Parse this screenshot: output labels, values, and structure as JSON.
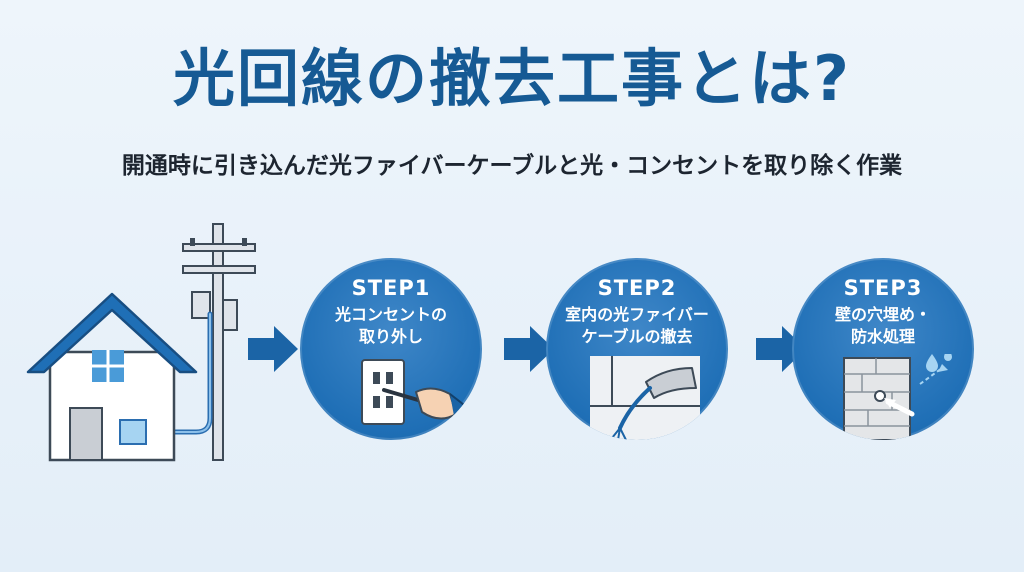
{
  "header": {
    "title": "光回線の撤去工事とは?",
    "subtitle": "開通時に引き込んだ光ファイバーケーブルと光・コンセントを取り除く作業"
  },
  "steps": [
    {
      "title": "STEP1",
      "desc": "光コンセントの\n取り外し",
      "icon": "outlet-removal-icon"
    },
    {
      "title": "STEP2",
      "desc": "室内の光ファイバー\nケーブルの撤去",
      "icon": "cable-removal-icon"
    },
    {
      "title": "STEP3",
      "desc": "壁の穴埋め・\n防水処理",
      "icon": "wall-sealing-icon"
    }
  ],
  "colors": {
    "title": "#165a94",
    "step_circle": "#1f6fb6",
    "arrow": "#1b64a6",
    "background": "#e7f1f9"
  }
}
